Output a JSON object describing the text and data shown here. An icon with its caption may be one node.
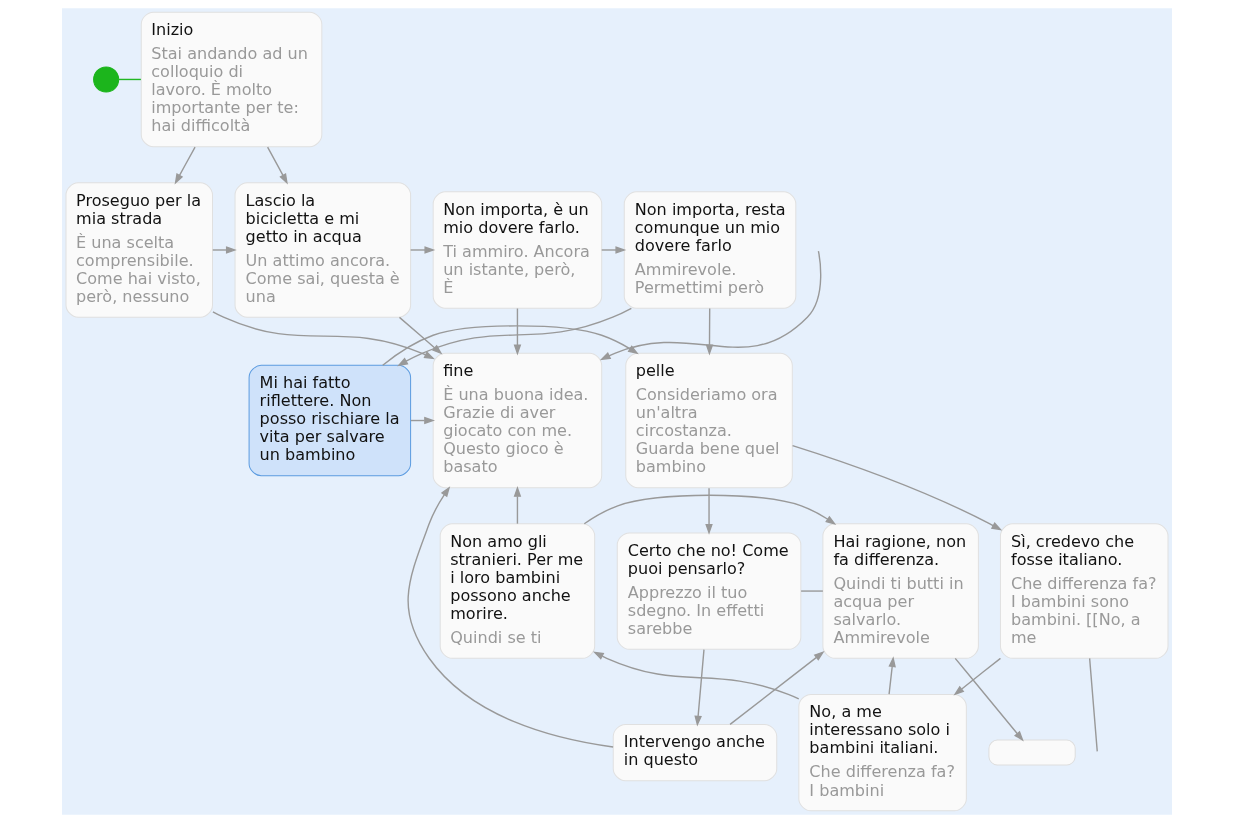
{
  "diagram": {
    "nodes": [
      {
        "text": [],
        "shape": "circle"
      },
      {
        "text": [
          "Inizio",
          "Stai andando ad un colloquio di lavoro. È molto importante per te: hai difficoltà"
        ]
      },
      {
        "text": [
          "Proseguo per la mia strada",
          "È una scelta comprensibile. Come hai visto, però, nessuno"
        ]
      },
      {
        "text": [
          "Lascio la bicicletta e mi getto in acqua",
          "Un attimo ancora. Come sai, questa è una"
        ]
      },
      {
        "text": [
          "Non importa, è un mio dovere farlo.",
          "Ti ammiro. Ancora un istante, però, È"
        ]
      },
      {
        "text": [
          "Non importa, resta comunque un mio dovere farlo",
          "Ammirevole. Permettimi però"
        ]
      },
      {
        "text": [
          "fine",
          "È una buona idea. Grazie di aver giocato con me. Questo gioco è basato"
        ]
      },
      {
        "text": [
          "pelle",
          "Consideriamo ora un'altra circostanza. Guarda bene quel bambino"
        ]
      },
      {
        "text": [
          "Mi hai fatto riflettere. Non posso rischiare la vita per salvare un bambino"
        ]
      },
      {
        "text": [
          "No, a me interessano solo i bambini italiani.",
          "Che differenza fa? I bambini"
        ]
      },
      {
        "text": [
          "Non amo gli stranieri. Per me i loro bambini possono anche morire.",
          "Quindi se ti"
        ]
      },
      {
        "text": [
          "Certo che no! Come puoi pensarlo?",
          "Apprezzo il tuo sdegno. In effetti sarebbe"
        ]
      },
      {
        "text": [
          "Sì, credevo che fosse italiano.",
          "Che differenza fa? I bambini sono bambini. [[No, a me"
        ]
      },
      {
        "text": [
          "Hai ragione, non fa differenza.",
          "Quindi ti butti in acqua per salvarlo. Ammirevole"
        ]
      },
      {
        "text": [
          "Intervengo anche in questo"
        ]
      },
      {
        "text": [],
        "shape": "box"
      }
    ],
    "edges": [
      {
        "from": 0,
        "to": 1,
        "arrow": "none",
        "color": "#22b722"
      },
      {
        "from": 1,
        "to": 2,
        "arrow": "to"
      },
      {
        "from": 1,
        "to": 3,
        "arrow": "to"
      },
      {
        "from": 2,
        "to": 3,
        "arrow": "to"
      },
      {
        "from": 2,
        "to": 6,
        "arrow": "to"
      },
      {
        "from": 4,
        "to": 6,
        "arrow": "to"
      },
      {
        "from": 3,
        "to": 6,
        "arrow": "to"
      },
      {
        "from": 3,
        "to": 4,
        "arrow": "to"
      },
      {
        "from": 4,
        "to": 5,
        "arrow": "to"
      },
      {
        "from": 5,
        "to": 7,
        "arrow": "to"
      },
      {
        "from": 5,
        "to": 8,
        "arrow": "to"
      },
      {
        "from": 8,
        "to": 6,
        "arrow": "to"
      },
      {
        "from": 8,
        "to": 7,
        "arrow": "to"
      },
      {
        "from": 7,
        "to": 11,
        "arrow": "to"
      },
      {
        "from": 7,
        "to": 12,
        "arrow": "to"
      },
      {
        "from": 12,
        "to": 9,
        "arrow": "to"
      },
      {
        "from": 9,
        "to": 10,
        "arrow": "to"
      },
      {
        "from": 9,
        "to": 13,
        "arrow": "to"
      },
      {
        "from": 10,
        "to": 13,
        "arrow": "to"
      },
      {
        "from": 10,
        "to": 6,
        "arrow": "to"
      },
      {
        "from": 11,
        "to": 14,
        "arrow": "to"
      },
      {
        "from": 11,
        "to": 13,
        "arrow": "none"
      },
      {
        "from": 14,
        "to": 13,
        "arrow": "to"
      },
      {
        "from": 14,
        "to": 6,
        "arrow": "to"
      },
      {
        "from": 13,
        "to": 15,
        "arrow": "to"
      },
      {
        "from": null,
        "to": 6,
        "arrow": "to"
      },
      {
        "from": 12,
        "to": null,
        "arrow": "none"
      }
    ]
  }
}
